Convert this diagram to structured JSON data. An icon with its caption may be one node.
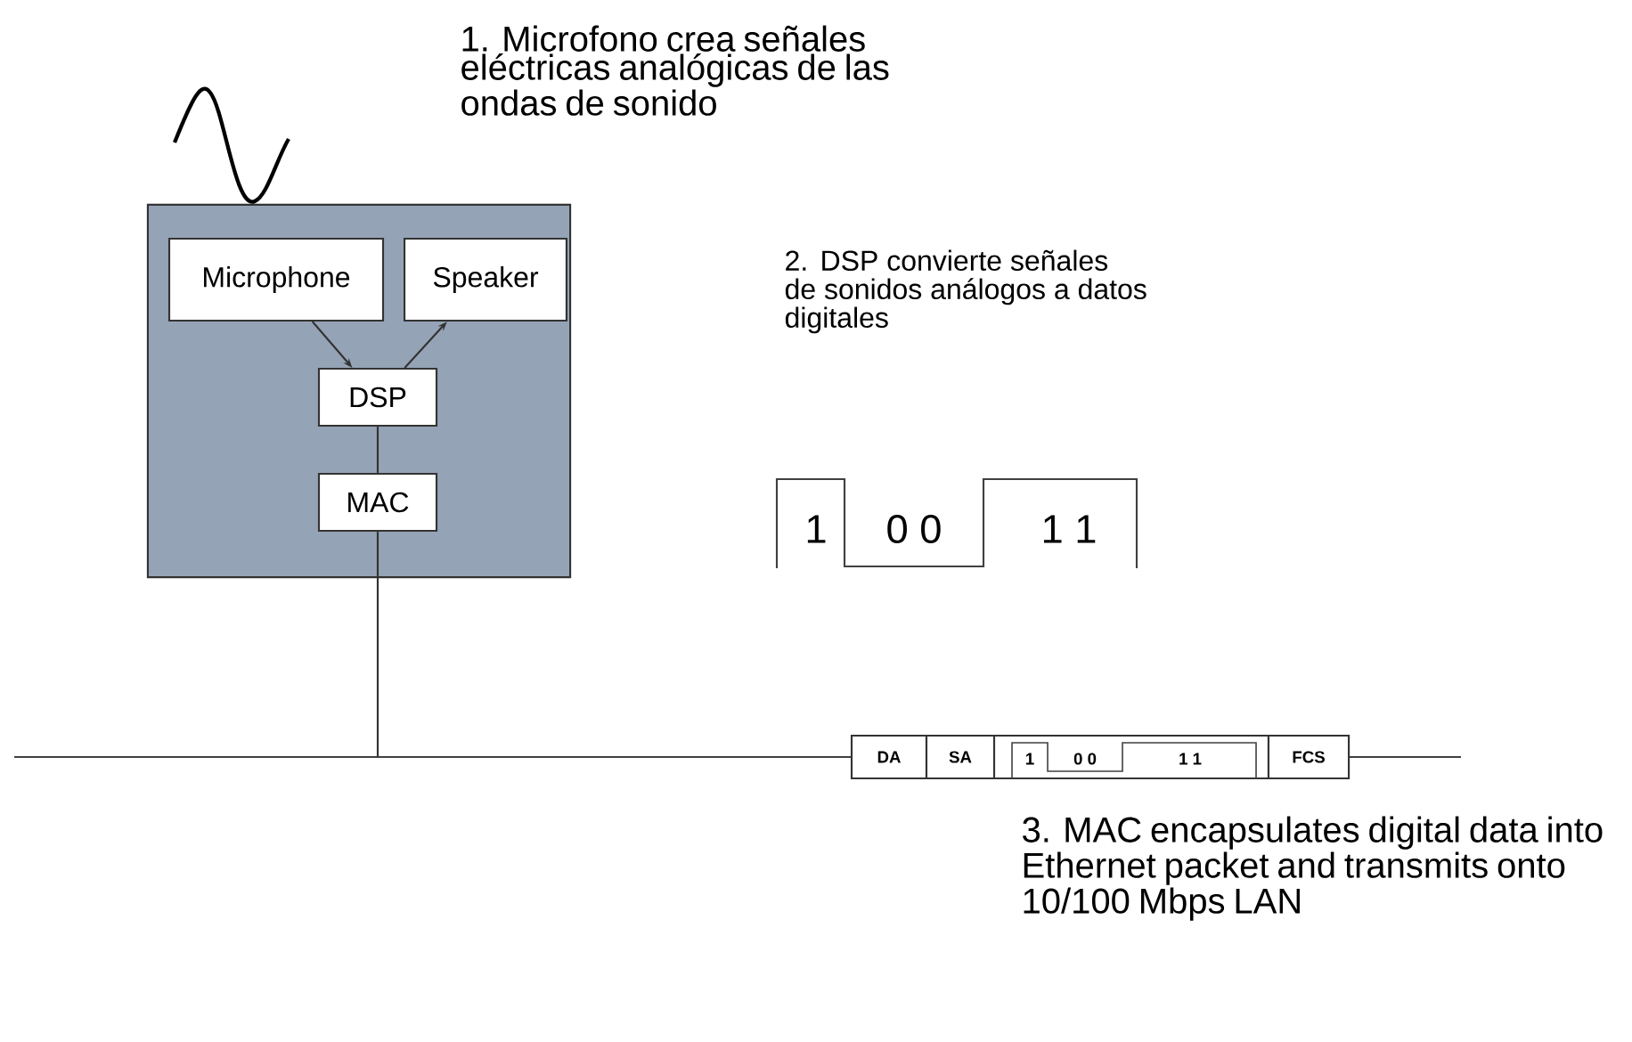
{
  "diagram": {
    "nodes": [
      {
        "text": [],
        "shape": "box"
      },
      {
        "text": [
          "Microphone"
        ],
        "in": 0
      },
      {
        "text": [
          "Speaker"
        ],
        "in": 0
      },
      {
        "text": [
          "DSP"
        ],
        "in": 0
      },
      {
        "text": [
          "MAC"
        ],
        "in": 0
      },
      {
        "text": [
          "DA"
        ]
      },
      {
        "text": [
          "SA"
        ]
      },
      {
        "text": [],
        "shape": "box"
      },
      {
        "text": [
          "FCS"
        ]
      }
    ],
    "edges": [
      {
        "from": 1,
        "to": 3,
        "arrow": "to"
      },
      {
        "from": 3,
        "to": 2,
        "arrow": "to"
      },
      {
        "from": 3,
        "to": 4,
        "arrow": "none"
      },
      {
        "from": 4,
        "to": null,
        "arrow": "none"
      }
    ],
    "labels": [
      "1. Microfono crea señales eléctricas analógicas de las ondas de sonido",
      "2. DSP convierte señales de sonidos análogos a datos digitales",
      "1",
      "0 0",
      "1 1",
      "1",
      "0 0",
      "1 1",
      "3. MAC encapsulates digital data into Ethernet  packet and transmits onto 10/100 Mbps LAN"
    ]
  }
}
